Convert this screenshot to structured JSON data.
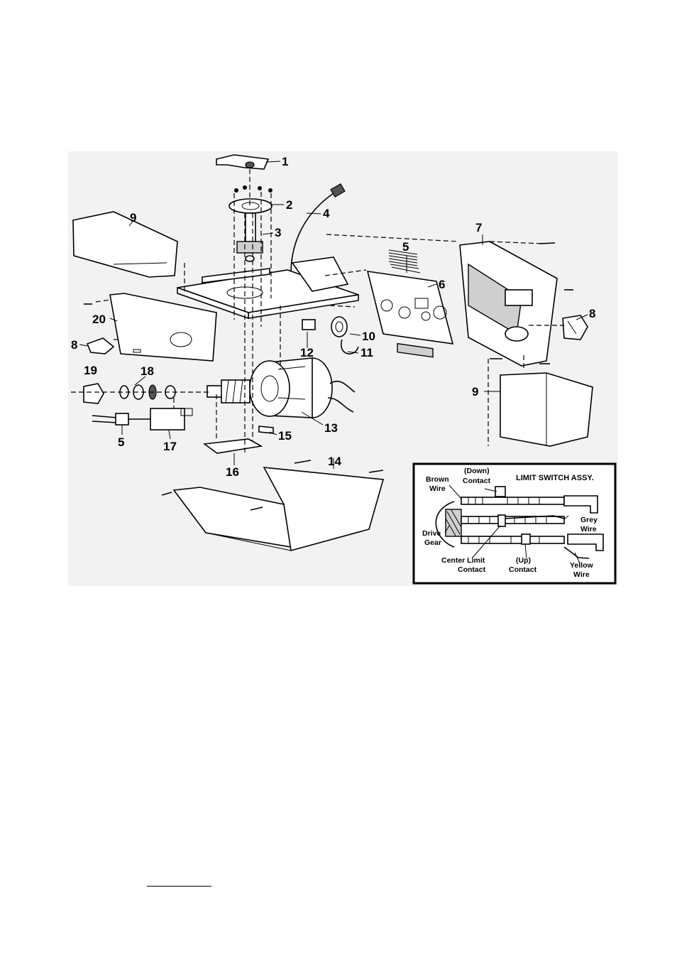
{
  "callouts": [
    {
      "n": "1"
    },
    {
      "n": "2"
    },
    {
      "n": "3"
    },
    {
      "n": "4"
    },
    {
      "n": "5"
    },
    {
      "n": "6"
    },
    {
      "n": "7"
    },
    {
      "n": "8"
    },
    {
      "n": "9"
    },
    {
      "n": "20"
    },
    {
      "n": "8"
    },
    {
      "n": "19"
    },
    {
      "n": "18"
    },
    {
      "n": "10"
    },
    {
      "n": "11"
    },
    {
      "n": "12"
    },
    {
      "n": "13"
    },
    {
      "n": "5"
    },
    {
      "n": "17"
    },
    {
      "n": "15"
    },
    {
      "n": "16"
    },
    {
      "n": "14"
    },
    {
      "n": "9"
    }
  ],
  "inset": {
    "title": "LIMIT SWITCH ASSY.",
    "labels": {
      "brown_1": "Brown",
      "brown_2": "Wire",
      "down_1": "(Down)",
      "down_2": "Contact",
      "drive_1": "Drive",
      "drive_2": "Gear",
      "grey_1": "Grey",
      "grey_2": "Wire",
      "center_1": "Center Limit",
      "center_2": "Contact",
      "up_1": "(Up)",
      "up_2": "Contact",
      "yellow_1": "Yellow",
      "yellow_2": "Wire"
    }
  }
}
